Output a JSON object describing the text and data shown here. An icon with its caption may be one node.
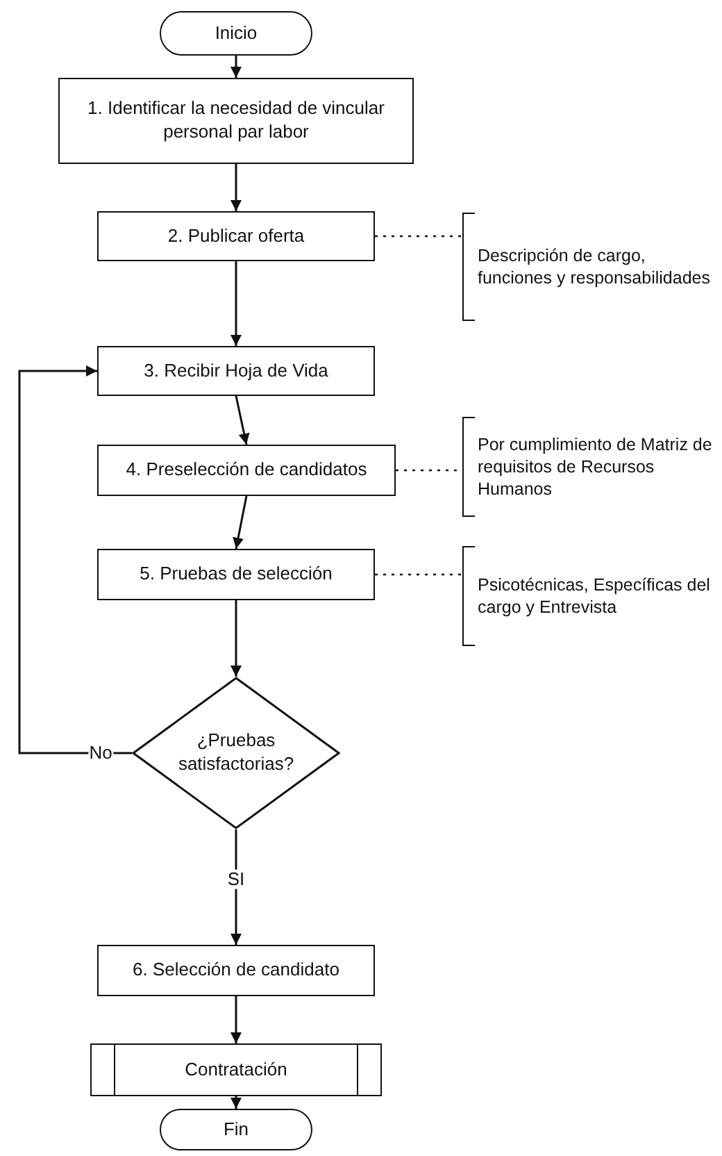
{
  "diagram": {
    "nodes": [
      {
        "text": [
          "Inicio"
        ]
      },
      {
        "text": [
          "1. Identificar la necesidad de vincular personal par labor"
        ]
      },
      {
        "text": [
          "2. Publicar oferta"
        ]
      },
      {
        "text": [
          "Descripción de cargo, funciones y responsabilidades"
        ]
      },
      {
        "text": [
          "3. Recibir Hoja de Vida"
        ]
      },
      {
        "text": [
          "4. Preselección de candidatos"
        ]
      },
      {
        "text": [
          "Por cumplimiento de Matriz de requisitos de Recursos Humanos"
        ]
      },
      {
        "text": [
          "5. Pruebas de selección"
        ]
      },
      {
        "text": [
          "Psicotécnicas, Específicas del cargo y Entrevista"
        ]
      },
      {
        "text": [
          "¿Pruebas satisfactorias?"
        ]
      },
      {
        "text": [
          "6. Selección de candidato"
        ]
      },
      {
        "text": [
          "Contratación"
        ]
      },
      {
        "text": [
          "Fin"
        ]
      }
    ],
    "edges": [
      {
        "from": 0,
        "to": 1,
        "arrow": "to"
      },
      {
        "from": 1,
        "to": 2,
        "arrow": "to"
      },
      {
        "from": 2,
        "to": 3,
        "arrow": "none",
        "style": "dashed"
      },
      {
        "from": 2,
        "to": 4,
        "arrow": "to"
      },
      {
        "from": 4,
        "to": 5,
        "arrow": "to"
      },
      {
        "from": 5,
        "to": 6,
        "arrow": "none",
        "style": "dashed"
      },
      {
        "from": 5,
        "to": 7,
        "arrow": "to"
      },
      {
        "from": 7,
        "to": 8,
        "arrow": "none",
        "style": "dashed"
      },
      {
        "from": 7,
        "to": 9,
        "arrow": "to"
      },
      {
        "from": 9,
        "to": 4,
        "arrow": "to",
        "label": "No"
      },
      {
        "from": 9,
        "to": 10,
        "arrow": "to",
        "label": "SI"
      },
      {
        "from": 10,
        "to": 11,
        "arrow": "to"
      },
      {
        "from": 11,
        "to": 12,
        "arrow": "to"
      }
    ]
  }
}
